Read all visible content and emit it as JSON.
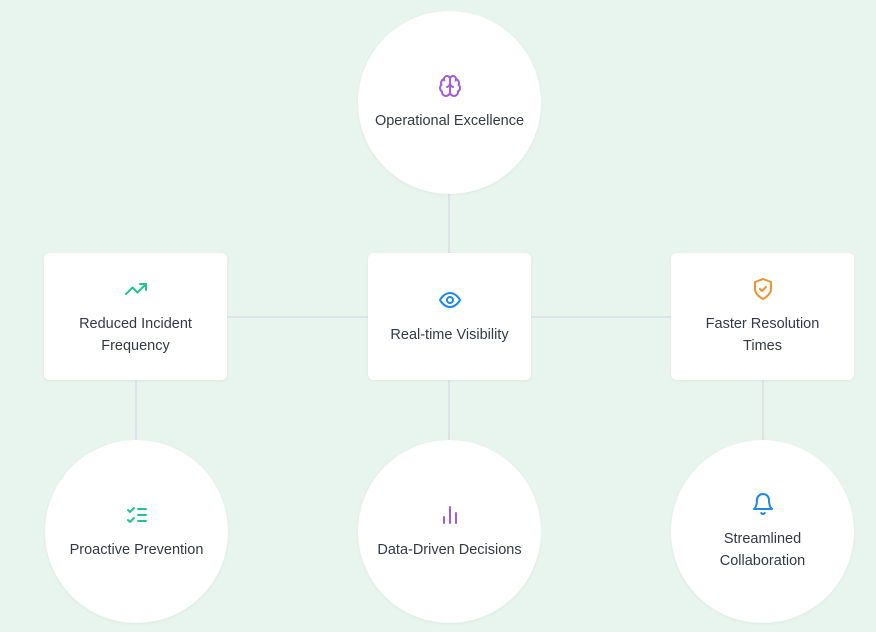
{
  "diagram": {
    "nodes": {
      "top": {
        "label": "Operational Excellence",
        "icon": "brain-icon",
        "icon_color": "#a05ce0"
      },
      "center": {
        "label": "Real-time Visibility",
        "icon": "eye-icon",
        "icon_color": "#1e88e5"
      },
      "left": {
        "label": "Reduced Incident Frequency",
        "icon": "trending-up-icon",
        "icon_color": "#22c58b"
      },
      "right": {
        "label": "Faster Resolution Times",
        "icon": "shield-check-icon",
        "icon_color": "#f0912c"
      },
      "bottom_left": {
        "label": "Proactive Prevention",
        "icon": "list-checks-icon",
        "icon_color": "#22c58b"
      },
      "bottom_center": {
        "label": "Data-Driven Decisions",
        "icon": "bar-chart-icon",
        "icon_color": "#a05ce0"
      },
      "bottom_right": {
        "label": "Streamlined Collaboration",
        "icon": "bell-icon",
        "icon_color": "#1e88e5"
      }
    },
    "colors": {
      "background": "#e8f5ee",
      "node_fill": "#ffffff",
      "connector": "#dde3e6",
      "text": "#333a44"
    }
  }
}
